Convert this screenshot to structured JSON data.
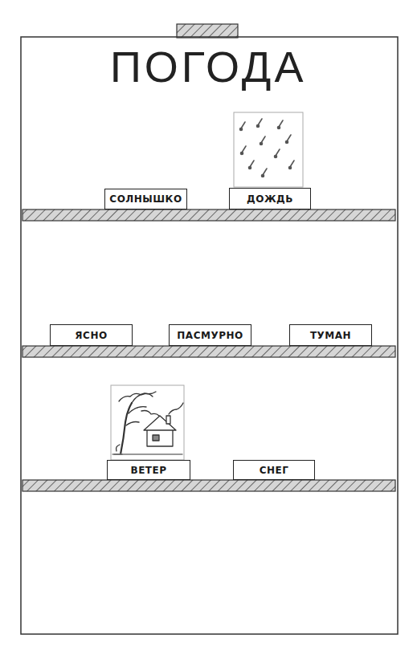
{
  "diagram": {
    "title": "ПОГОДА",
    "nodes": [
      {
        "text": [
          "СОЛНЫШКО"
        ]
      },
      {
        "text": [
          "ДОЖДЬ"
        ]
      },
      {
        "text": [
          "ЯСНО"
        ]
      },
      {
        "text": [
          "ПАСМУРНО"
        ]
      },
      {
        "text": [
          "ТУМАН"
        ]
      },
      {
        "text": [
          "ВЕТЕР"
        ]
      },
      {
        "text": [
          "СНЕГ"
        ]
      }
    ]
  }
}
